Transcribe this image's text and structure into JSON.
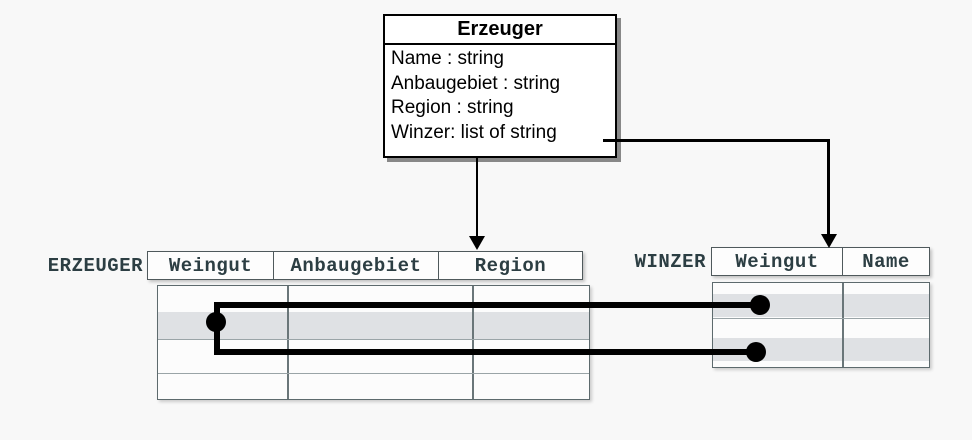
{
  "diagram": {
    "class_box": {
      "title": "Erzeuger",
      "attributes": [
        "Name : string",
        "Anbaugebiet : string",
        "Region : string",
        "Winzer: list of string"
      ]
    },
    "erzeuger_table": {
      "label": "ERZEUGER",
      "columns": [
        "Weingut",
        "Anbaugebiet",
        "Region"
      ]
    },
    "winzer_table": {
      "label": "WINZER",
      "columns": [
        "Weingut",
        "Name"
      ]
    },
    "colors": {
      "background": "#f8f8f8",
      "box_background": "#ffffff",
      "box_border": "#000000",
      "table_text": "#2c3e43",
      "table_border": "#4f595c",
      "grid_line": "#9aa4a7",
      "highlight_row": "#dfe1e4",
      "connector": "#000000"
    }
  }
}
